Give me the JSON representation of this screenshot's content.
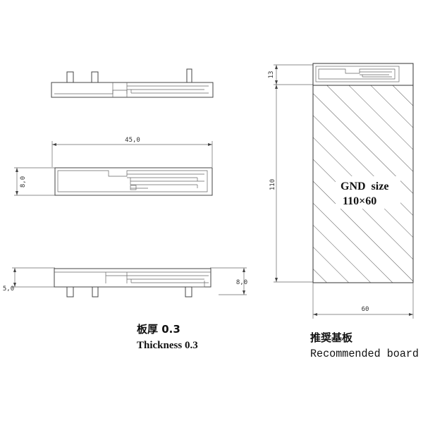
{
  "views": {
    "width_dim": "45,0",
    "height_dim": "8,0",
    "side_left_dim": "5,0",
    "side_right_dim": "8,0"
  },
  "board": {
    "top_dim": "13",
    "height_dim": "110",
    "width_dim": "60",
    "gnd_line1": "GND  size",
    "gnd_line2": "110×60"
  },
  "captions": {
    "thickness_cn": "板厚 0.3",
    "thickness_en": "Thickness 0.3",
    "board_cn": "推奨基板",
    "board_en": "Recommended board"
  },
  "colors": {
    "line": "#444444",
    "hatch": "#555555"
  }
}
